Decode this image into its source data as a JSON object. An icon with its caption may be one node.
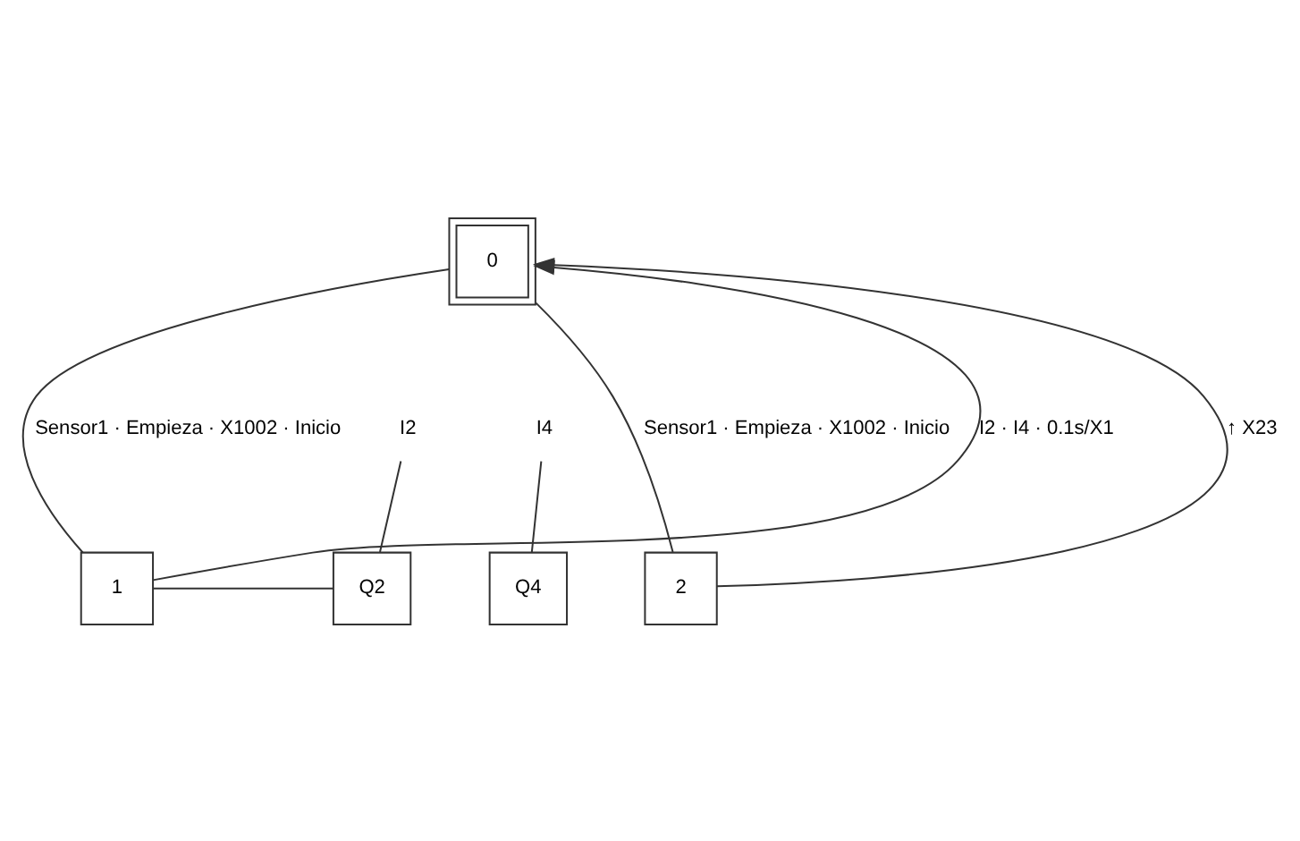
{
  "diagram": {
    "nodes": [
      {
        "text": [
          "0"
        ]
      },
      {
        "text": [
          "I2"
        ]
      },
      {
        "text": [
          "I4"
        ]
      },
      {
        "text": [
          "1"
        ]
      },
      {
        "text": [
          "Q2"
        ]
      },
      {
        "text": [
          "Q4"
        ]
      },
      {
        "text": [
          "2"
        ]
      }
    ],
    "edges": [
      {
        "from": 0,
        "to": 3,
        "arrow": "none",
        "label": "Sensor1 · Empieza · X1002 · Inicio"
      },
      {
        "from": 0,
        "to": 6,
        "arrow": "none",
        "label": "Sensor1 · Empieza · X1002 · Inicio"
      },
      {
        "from": 1,
        "to": 4,
        "arrow": "none"
      },
      {
        "from": 2,
        "to": 5,
        "arrow": "none"
      },
      {
        "from": 3,
        "to": 4,
        "arrow": "none"
      },
      {
        "from": 3,
        "to": 0,
        "arrow": "to",
        "label": "I2 · I4 · 0.1s/X1"
      },
      {
        "from": 6,
        "to": 0,
        "arrow": "to",
        "label": "↑ X23"
      }
    ]
  }
}
